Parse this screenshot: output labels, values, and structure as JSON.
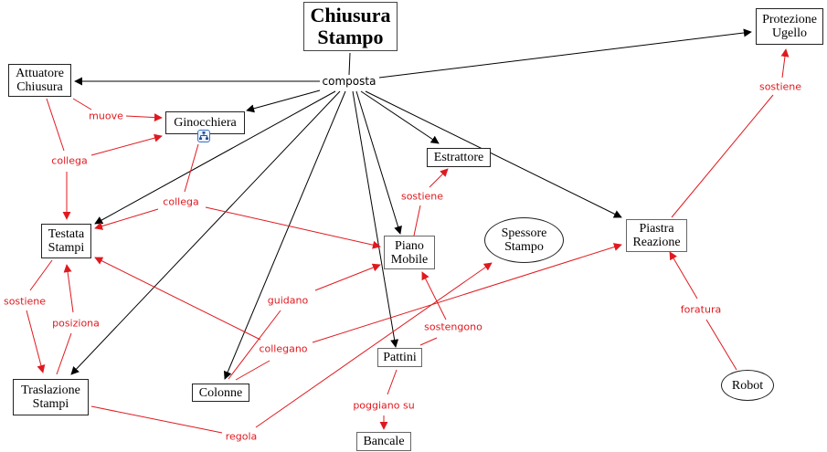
{
  "colors": {
    "link_black": "#000000",
    "link_red": "#e0191f",
    "label_red": "#e0191f"
  },
  "concepts": {
    "chiusura_stampo": "Chiusura\nStampo",
    "protezione_ugello": "Protezione\nUgello",
    "attuatore_chiusura": "Attuatore\nChiusura",
    "ginocchiera": "Ginocchiera",
    "estrattore": "Estrattore",
    "testata_stampi": "Testata\nStampi",
    "piano_mobile": "Piano\nMobile",
    "spessore_stampo": "Spessore\nStampo",
    "piastra_reazione": "Piastra\nReazione",
    "traslazione_stampi": "Traslazione\nStampi",
    "colonne": "Colonne",
    "pattini": "Pattini",
    "bancale": "Bancale",
    "robot": "Robot"
  },
  "link_labels": {
    "composta": "composta",
    "muove": "muove",
    "collega_1": "collega",
    "collega_2": "collega",
    "sostiene_estrattore": "sostiene",
    "sostiene_ugello": "sostiene",
    "sostiene_traslazione": "sostiene",
    "posiziona": "posiziona",
    "guidano": "guidano",
    "collegano": "collegano",
    "sostengono": "sostengono",
    "poggiano_su": "poggiano su",
    "regola": "regola",
    "foratura": "foratura"
  },
  "icons": {
    "ginocchiera_submap": "hierarchy-icon"
  }
}
